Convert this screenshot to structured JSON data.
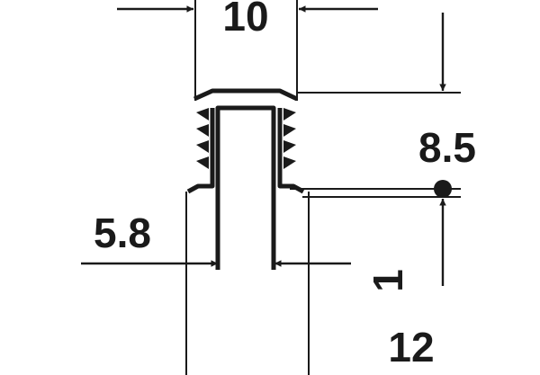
{
  "diagram": {
    "dimensions": {
      "top_width": "10",
      "flange_height": "8.5",
      "stem_width": "5.8",
      "partial_label": "1",
      "bottom_height": "12"
    },
    "colors": {
      "ink": "#1a1a1a",
      "background": "#ffffff"
    }
  }
}
